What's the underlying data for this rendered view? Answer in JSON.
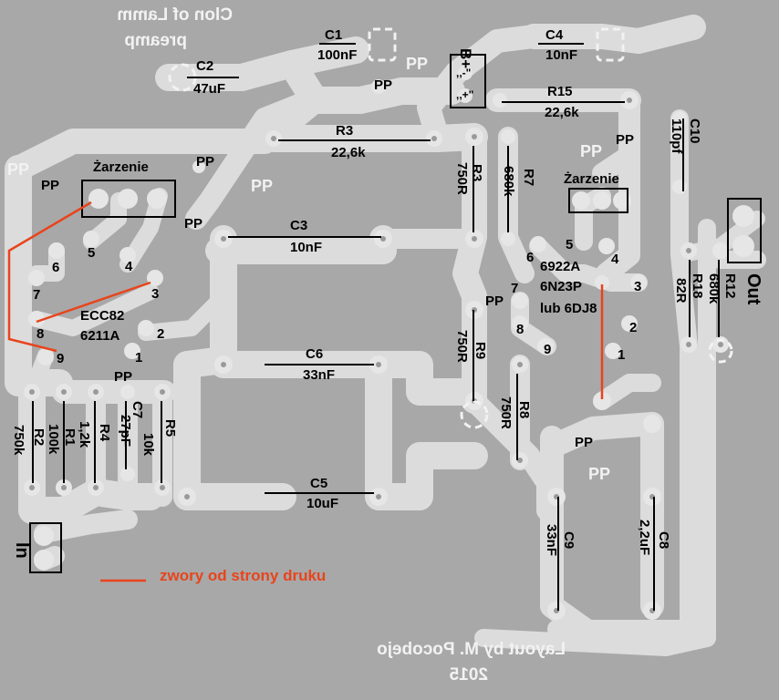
{
  "board": {
    "colors": {
      "background": "#a8a8a8",
      "copper": "#dcdcdc",
      "pad_hole": "#9a9a9a",
      "jumper": "#e8441c",
      "silk": "#000000",
      "pp_text": "#f2f2f2"
    },
    "title_mirrored": [
      "Clon of Lamm",
      "preamp"
    ],
    "footer_mirrored": [
      "Layout by M. Pocobejo",
      "2015"
    ],
    "legend": "zwory od strony druku",
    "pp_label": "PP",
    "supply_label": "B+",
    "supply_minus": ",,-\"",
    "supply_plus": ",,+\"",
    "input_label": "In",
    "output_label": "Out",
    "heater_label": "Żarzenie",
    "tube_left": {
      "type": "ECC82",
      "alt": "6211A",
      "pins": [
        "1",
        "2",
        "3",
        "4",
        "5",
        "6",
        "7",
        "8",
        "9"
      ]
    },
    "tube_right": {
      "type": "6922A",
      "alt1": "6N23P",
      "alt2": "lub 6DJ8",
      "pins": [
        "1",
        "2",
        "3",
        "4",
        "5",
        "6",
        "7",
        "8",
        "9"
      ]
    },
    "components": {
      "C1": [
        "C1",
        "100nF"
      ],
      "C2": [
        "C2",
        "47uF"
      ],
      "C3": [
        "C3",
        "10nF"
      ],
      "C4": [
        "C4",
        "10nF"
      ],
      "C5": [
        "C5",
        "10uF"
      ],
      "C6": [
        "C6",
        "33nF"
      ],
      "C7": [
        "C7",
        "27pF"
      ],
      "C8": [
        "C8",
        "2,2uF"
      ],
      "C9": [
        "C9",
        "33nF"
      ],
      "C10": [
        "C10",
        "110pf"
      ],
      "R1": [
        "R1",
        "100k"
      ],
      "R2": [
        "R2",
        "750k"
      ],
      "R3a": [
        "R3",
        "22,6k"
      ],
      "R3b": [
        "R3",
        "750R"
      ],
      "R4": [
        "R4",
        "1,2k"
      ],
      "R5": [
        "R5",
        "10k"
      ],
      "R7": [
        "R7",
        "680k"
      ],
      "R8": [
        "R8",
        "750R"
      ],
      "R9": [
        "R9",
        "750R"
      ],
      "R12": [
        "R12",
        "680k"
      ],
      "R15": [
        "R15",
        "22,6k"
      ],
      "R18": [
        "R18",
        "82R"
      ]
    }
  }
}
